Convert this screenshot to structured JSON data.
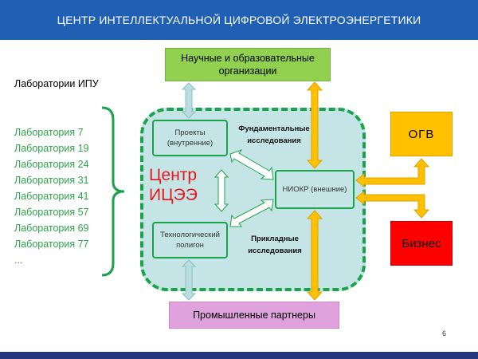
{
  "header": {
    "title": "ЦЕНТР ИНТЕЛЛЕКТУАЛЬНОЙ ЦИФРОВОЙ ЭЛЕКТРОЭНЕРГЕТИКИ"
  },
  "labs": {
    "title": "Лаборатории ИПУ",
    "items": [
      "Лаборатория 7",
      "Лаборатория 19",
      "Лаборатория 24",
      "Лаборатория 31",
      "Лаборатория 41",
      "Лаборатория 57",
      "Лаборатория 69",
      "Лаборатория 77",
      "..."
    ]
  },
  "boxes": {
    "nauch": "Научные и образовательные организации",
    "prom": "Промышленные партнеры",
    "ogv": "ОГВ",
    "biz": "Бизнес"
  },
  "center": {
    "label_line1": "Центр",
    "label_line2": "ИЦЭЭ",
    "projects": "Проекты (внутренние)",
    "tech": "Технологический полигон",
    "niokr": "НИОКР (внешние)",
    "fund": "Фундаментальные исследования",
    "prik": "Прикладные исследования"
  },
  "colors": {
    "header_bg": "#1f5fb4",
    "accent_green": "#1aa34a",
    "arrow_orange": "#ffc000",
    "arrow_blue": "#b9dde0",
    "center_fill": "#c5e4e5",
    "red_text": "#e8161d"
  },
  "page_number": "6"
}
